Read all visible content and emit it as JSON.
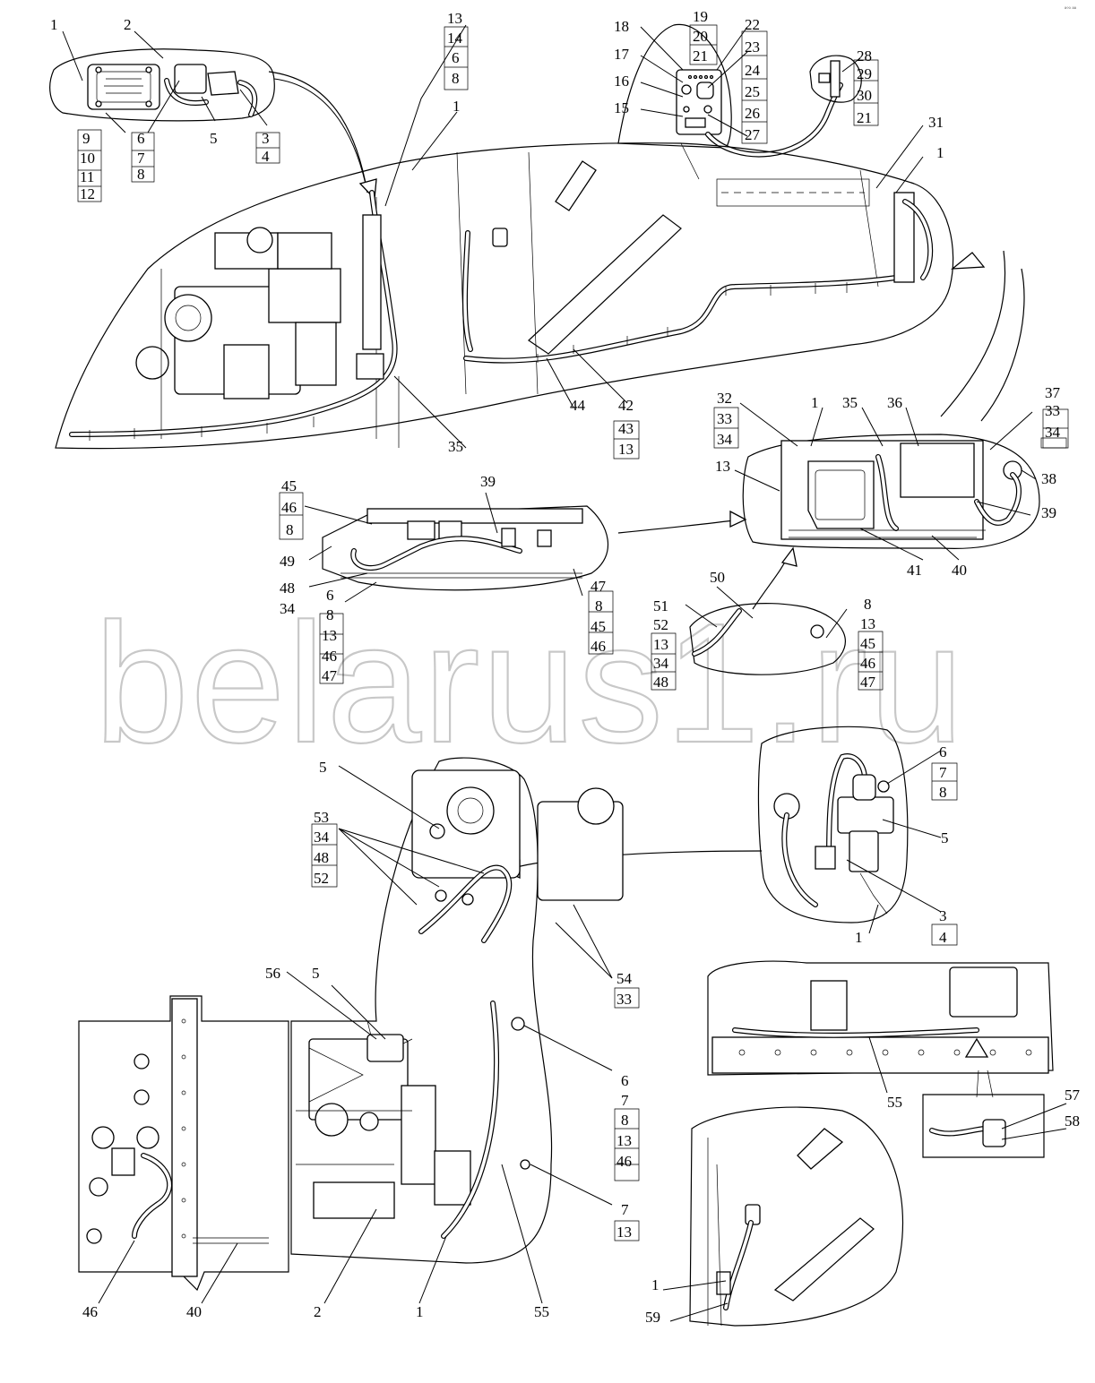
{
  "watermark": "belarus1.ru",
  "corner_mark": "ª°º ªª",
  "callouts": {
    "c1a": "1",
    "c2a": "2",
    "c9": "9",
    "c10": "10",
    "c11": "11",
    "c12": "12",
    "c6a": "6",
    "c7a": "7",
    "c8a": "8",
    "c5a": "5",
    "c3a": "3",
    "c4a": "4",
    "c13a": "13",
    "c14": "14",
    "c6b": "6",
    "c8b": "8",
    "c1b": "1",
    "c18": "18",
    "c17": "17",
    "c16": "16",
    "c15": "15",
    "c19": "19",
    "c20": "20",
    "c21a": "21",
    "c22": "22",
    "c23": "23",
    "c24": "24",
    "c25": "25",
    "c26": "26",
    "c27": "27",
    "c28": "28",
    "c29": "29",
    "c30": "30",
    "c21b": "21",
    "c31": "31",
    "c1c": "1",
    "c44": "44",
    "c42": "42",
    "c43": "43",
    "c13b": "13",
    "c35a": "35",
    "c32": "32",
    "c33a": "33",
    "c34a": "34",
    "c1d": "1",
    "c35b": "35",
    "c36": "36",
    "c37": "37",
    "c33b": "33",
    "c34b": "34",
    "c13c": "13",
    "c38": "38",
    "c39a": "39",
    "c41": "41",
    "c40a": "40",
    "c45a": "45",
    "c46a": "46",
    "c8c": "8",
    "c39b": "39",
    "c49": "49",
    "c48a": "48",
    "c34c": "34",
    "c6c": "6",
    "c8d": "8",
    "c13d": "13",
    "c46b": "46",
    "c47a": "47",
    "c47b": "47",
    "c8e": "8",
    "c45b": "45",
    "c46c": "46",
    "c50": "50",
    "c51": "51",
    "c52a": "52",
    "c13e": "13",
    "c34d": "34",
    "c48b": "48",
    "c8f": "8",
    "c13f": "13",
    "c45c": "45",
    "c46d": "46",
    "c47c": "47",
    "c5b": "5",
    "c53": "53",
    "c34e": "34",
    "c48c": "48",
    "c52b": "52",
    "c6d": "6",
    "c7b": "7",
    "c8g": "8",
    "c5c": "5",
    "c3b": "3",
    "c4b": "4",
    "c1e": "1",
    "c54": "54",
    "c33c": "33",
    "c56": "56",
    "c5d": "5",
    "c6e": "6",
    "c7c": "7",
    "c8h": "8",
    "c13g": "13",
    "c46e": "46",
    "c7d": "7",
    "c13h": "13",
    "c46f": "46",
    "c40b": "40",
    "c2b": "2",
    "c1f": "1",
    "c55a": "55",
    "c55b": "55",
    "c57": "57",
    "c58": "58",
    "c1g": "1",
    "c59": "59"
  }
}
